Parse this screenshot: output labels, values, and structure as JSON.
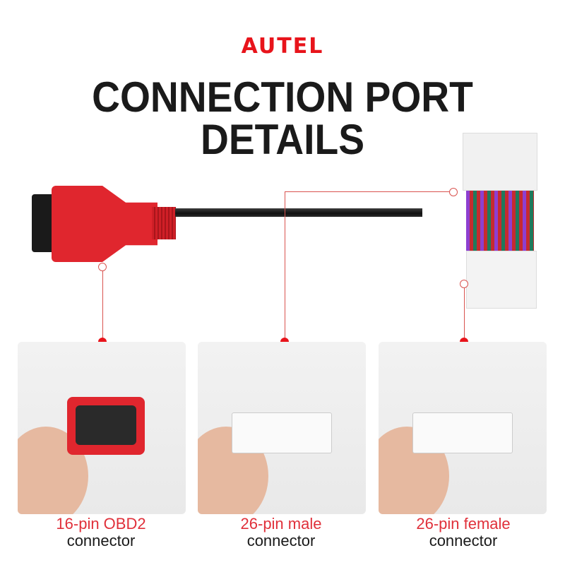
{
  "brand": "AUTEL",
  "title": {
    "line1": "CONNECTION PORT",
    "line2": "DETAILS"
  },
  "cards": [
    {
      "label": "16-pin OBD2",
      "sub": "connector"
    },
    {
      "label": "26-pin male",
      "sub": "connector"
    },
    {
      "label": "26-pin female",
      "sub": "connector"
    }
  ],
  "colors": {
    "accent": "#e8141b",
    "text": "#1a1a1a"
  }
}
